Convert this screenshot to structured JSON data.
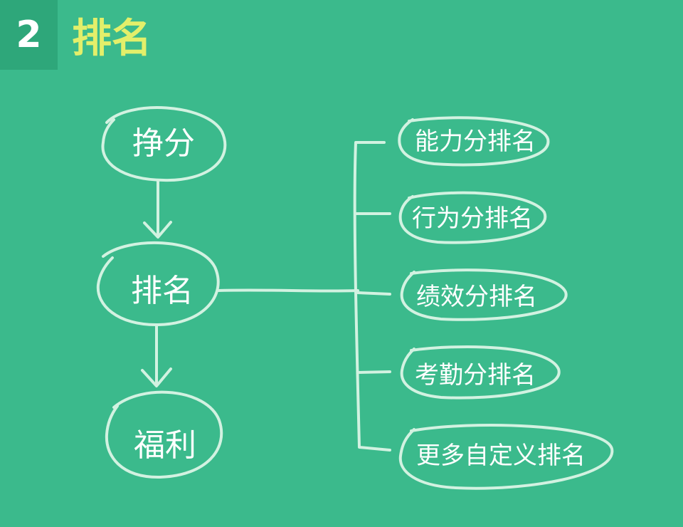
{
  "header": {
    "number": "2",
    "title": "排名"
  },
  "flow": {
    "nodes": [
      "挣分",
      "排名",
      "福利"
    ]
  },
  "rankings": {
    "items": [
      "能力分排名",
      "行为分排名",
      "绩效分排名",
      "考勤分排名",
      "更多自定义排名"
    ]
  },
  "colors": {
    "background": "#3bba8c",
    "badge": "#2ea77a",
    "title": "#e3ef6a",
    "line": "#d2f2e1"
  }
}
